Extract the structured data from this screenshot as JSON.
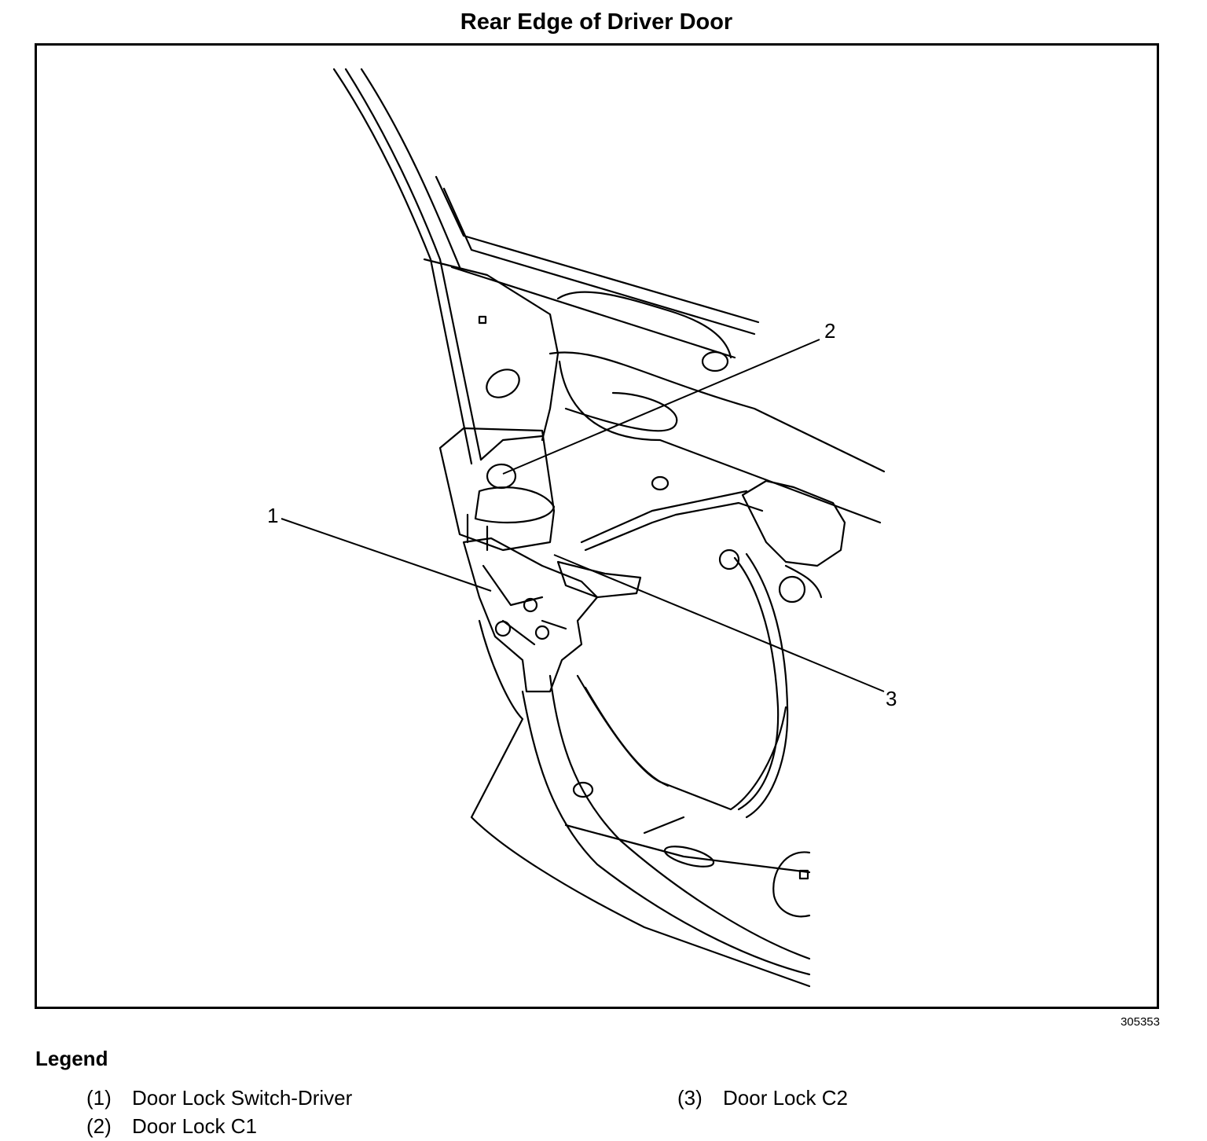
{
  "title": "Rear Edge of Driver Door",
  "figure_id": "305353",
  "callouts": [
    {
      "number": "1",
      "label": "Door Lock Switch-Driver"
    },
    {
      "number": "2",
      "label": "Door Lock C1"
    },
    {
      "number": "3",
      "label": "Door Lock C2"
    }
  ],
  "legend": {
    "heading": "Legend",
    "items": [
      {
        "number": "(1)",
        "label": "Door Lock Switch-Driver"
      },
      {
        "number": "(2)",
        "label": "Door Lock C1"
      },
      {
        "number": "(3)",
        "label": "Door Lock C2"
      }
    ]
  }
}
